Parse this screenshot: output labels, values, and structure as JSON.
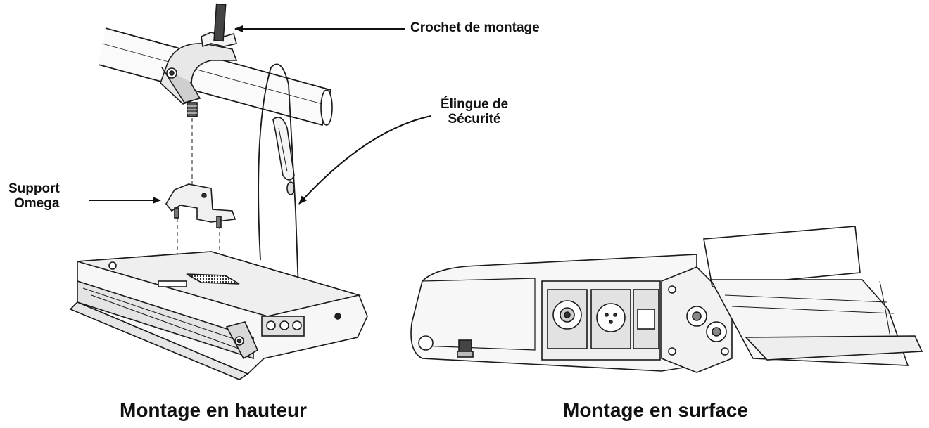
{
  "labels": {
    "hook": "Crochet de montage",
    "safety_cable_line1": "Élingue de",
    "safety_cable_line2": "Sécurité",
    "omega_line1": "Support",
    "omega_line2": "Omega"
  },
  "captions": {
    "overhead": "Montage en hauteur",
    "surface": "Montage en surface"
  },
  "colors": {
    "line": "#1a1a1a",
    "fill_light": "#f2f2f2",
    "fill_mid": "#d6d6d6",
    "fill_dark": "#555555"
  }
}
